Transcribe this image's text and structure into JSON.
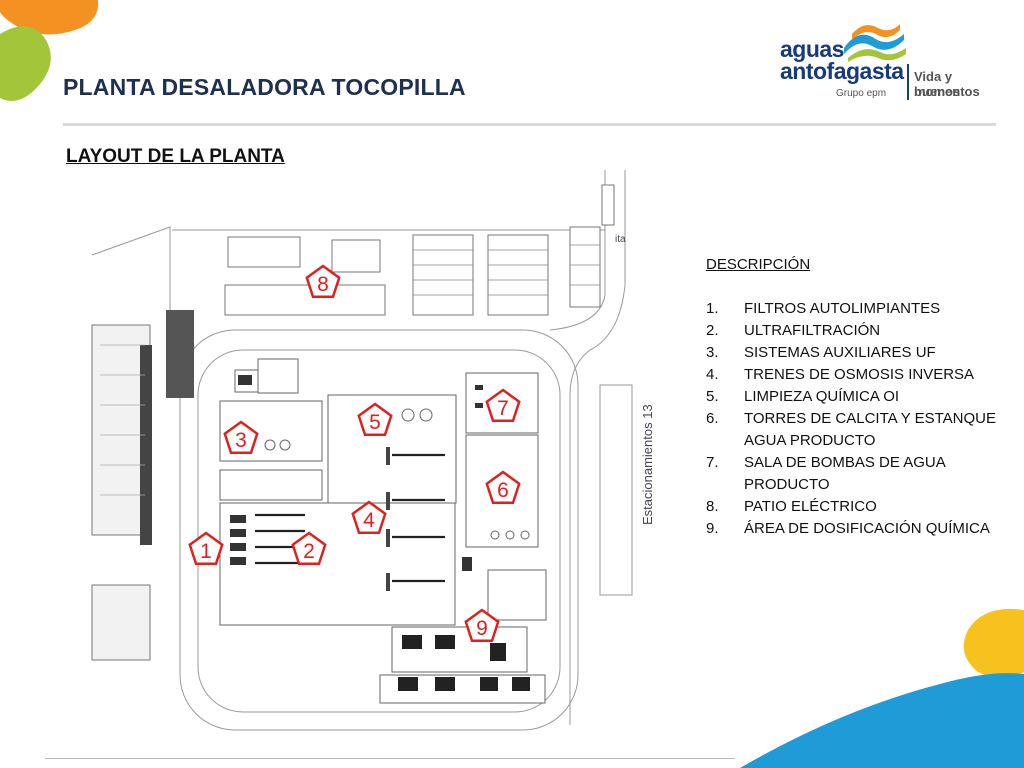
{
  "header": {
    "title": "PLANTA DESALADORA TOCOPILLA",
    "subtitle": "LAYOUT DE LA PLANTA"
  },
  "logo": {
    "line1": "aguas",
    "line2": "antofagasta",
    "group": "Grupo epm",
    "tagline1": "Vida y buenos",
    "tagline2": "momentos"
  },
  "plan": {
    "markers": [
      "1",
      "2",
      "3",
      "4",
      "5",
      "6",
      "7",
      "8",
      "9"
    ],
    "parking_label": "Estacionamientos 13",
    "cut_label": "ita"
  },
  "legend": {
    "heading": "DESCRIPCIÓN",
    "items": [
      {
        "num": "1.",
        "text": "FILTROS AUTOLIMPIANTES"
      },
      {
        "num": "2.",
        "text": "ULTRAFILTRACIÓN"
      },
      {
        "num": "3.",
        "text": "SISTEMAS AUXILIARES UF"
      },
      {
        "num": "4.",
        "text": "TRENES DE OSMOSIS INVERSA"
      },
      {
        "num": "5.",
        "text": "LIMPIEZA QUÍMICA OI"
      },
      {
        "num": "6.",
        "text": "TORRES DE CALCITA Y ESTANQUE AGUA PRODUCTO"
      },
      {
        "num": "7.",
        "text": "SALA DE BOMBAS DE AGUA PRODUCTO"
      },
      {
        "num": "8.",
        "text": "PATIO ELÉCTRICO"
      },
      {
        "num": "9.",
        "text": "ÁREA DE DOSIFICACIÓN QUÍMICA"
      }
    ]
  },
  "colors": {
    "title": "#1f2f4f",
    "marker": "#e0201c",
    "orange": "#f39222",
    "green": "#a3c53a",
    "yellow": "#f7c21e",
    "blue": "#1f9bd8"
  }
}
